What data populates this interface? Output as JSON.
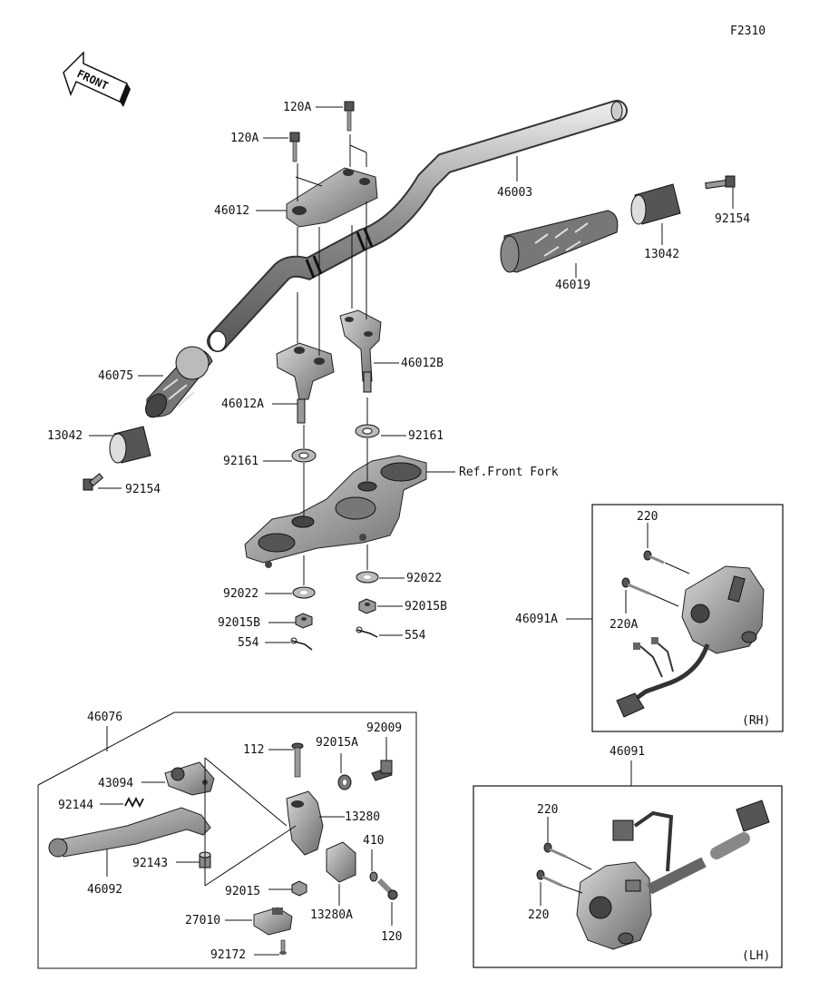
{
  "figure_code": "F2310",
  "front_label": "FRONT",
  "ref_front_fork": "Ref.Front Fork",
  "labels": {
    "p120A_top": "120A",
    "p120A_left": "120A",
    "p46012": "46012",
    "p46003": "46003",
    "p92154_right": "92154",
    "p13042_right": "13042",
    "p46019": "46019",
    "p46075": "46075",
    "p46012B": "46012B",
    "p46012A": "46012A",
    "p13042_left": "13042",
    "p92161_right": "92161",
    "p92161_left": "92161",
    "p92154_left": "92154",
    "p92022_right": "92022",
    "p92022_left": "92022",
    "p92015B_right": "92015B",
    "p92015B_left": "92015B",
    "p554_right": "554",
    "p554_left": "554",
    "p46076": "46076",
    "p112": "112",
    "p92015A": "92015A",
    "p92009": "92009",
    "p43094": "43094",
    "p92144": "92144",
    "p13280": "13280",
    "p410": "410",
    "p92143": "92143",
    "p46092": "46092",
    "p92015": "92015",
    "p13280A": "13280A",
    "p27010": "27010",
    "p120": "120",
    "p92172": "92172",
    "p220_rh_top": "220",
    "p220A_rh": "220A",
    "p46091A": "46091A",
    "p46091": "46091",
    "p220_lh_top": "220",
    "p220_lh_bottom": "220"
  },
  "box_labels": {
    "rh": "(RH)",
    "lh": "(LH)"
  },
  "colors": {
    "line": "#111111",
    "part_fill": "#9a9a9a",
    "part_dark": "#555555",
    "part_light": "#d0d0d0"
  }
}
